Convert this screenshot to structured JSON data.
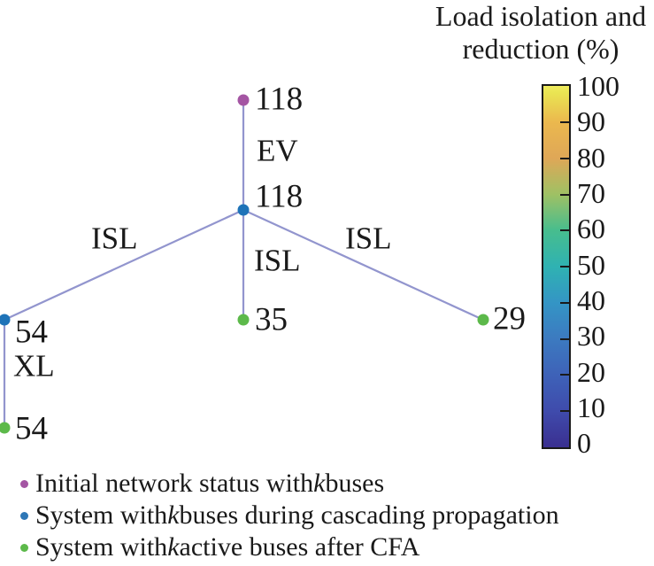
{
  "colors": {
    "node_initial": "#a455a3",
    "node_cascading": "#1e73b8",
    "node_after_cfa": "#5cb94a",
    "edge_line": "#9295ce",
    "text": "#1a1a1a",
    "colorbar_border": "#1a1a1a"
  },
  "colorbar": {
    "title_line1": "Load isolation and",
    "title_line2": "reduction (%)",
    "min": 0,
    "max": 100,
    "tick_labels": [
      "100",
      "90",
      "80",
      "70",
      "60",
      "50",
      "40",
      "30",
      "20",
      "10",
      "0"
    ],
    "gradient_top_to_bottom": [
      "#efec5e",
      "#eae452",
      "#ebb84e",
      "#dfa757",
      "#9fc164",
      "#47bd8e",
      "#2fb2b2",
      "#3495c5",
      "#3c7ac0",
      "#3e62b8",
      "#3f4bac",
      "#3a2f90"
    ]
  },
  "graph": {
    "nodes": [
      {
        "label": "118",
        "status": "initial",
        "color": "#a455a3"
      },
      {
        "label": "118",
        "status": "cascading",
        "color": "#1e73b8"
      },
      {
        "label": "54",
        "status": "cascading",
        "color": "#1e73b8"
      },
      {
        "label": "35",
        "status": "after_cfa",
        "color": "#5cb94a"
      },
      {
        "label": "29",
        "status": "after_cfa",
        "color": "#5cb94a"
      },
      {
        "label": "54",
        "status": "after_cfa",
        "color": "#5cb94a"
      }
    ],
    "edges": [
      {
        "from": 0,
        "to": 1,
        "label": "EV"
      },
      {
        "from": 1,
        "to": 2,
        "label": "ISL"
      },
      {
        "from": 1,
        "to": 3,
        "label": "ISL"
      },
      {
        "from": 1,
        "to": 4,
        "label": "ISL"
      },
      {
        "from": 2,
        "to": 5,
        "label": "XL"
      }
    ],
    "edge_labels": {
      "ev": "EV",
      "isl_left": "ISL",
      "isl_mid": "ISL",
      "isl_right": "ISL",
      "xl": "XL"
    }
  },
  "legend": {
    "items": [
      {
        "prefix": "Initial network status with ",
        "k": "k",
        "suffix": " buses"
      },
      {
        "prefix": "System with ",
        "k": "k",
        "suffix": " buses during cascading propagation"
      },
      {
        "prefix": "System with ",
        "k": "k",
        "suffix": " active buses after CFA"
      }
    ]
  }
}
